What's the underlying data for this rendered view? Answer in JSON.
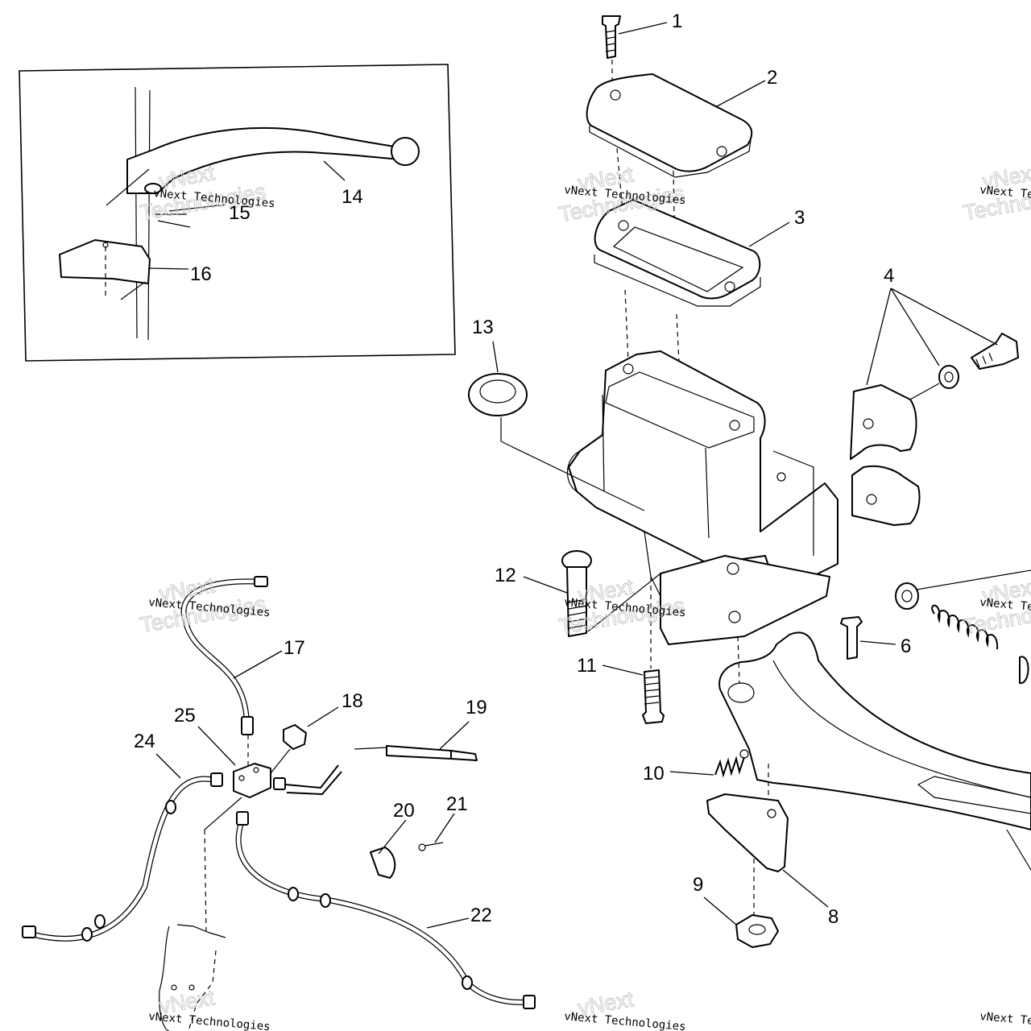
{
  "diagram": {
    "callouts": [
      "1",
      "2",
      "3",
      "4",
      "6",
      "8",
      "9",
      "10",
      "11",
      "12",
      "13",
      "14",
      "15",
      "16",
      "17",
      "18",
      "19",
      "20",
      "21",
      "22",
      "24",
      "25"
    ],
    "watermark": {
      "line": "vNext Technologies",
      "big_top": "vNext",
      "big_bottom": "Technologies"
    }
  },
  "colors": {
    "ink": "#000000",
    "paper": "#ffffff",
    "watermark_outline": "#c9c9c9"
  }
}
